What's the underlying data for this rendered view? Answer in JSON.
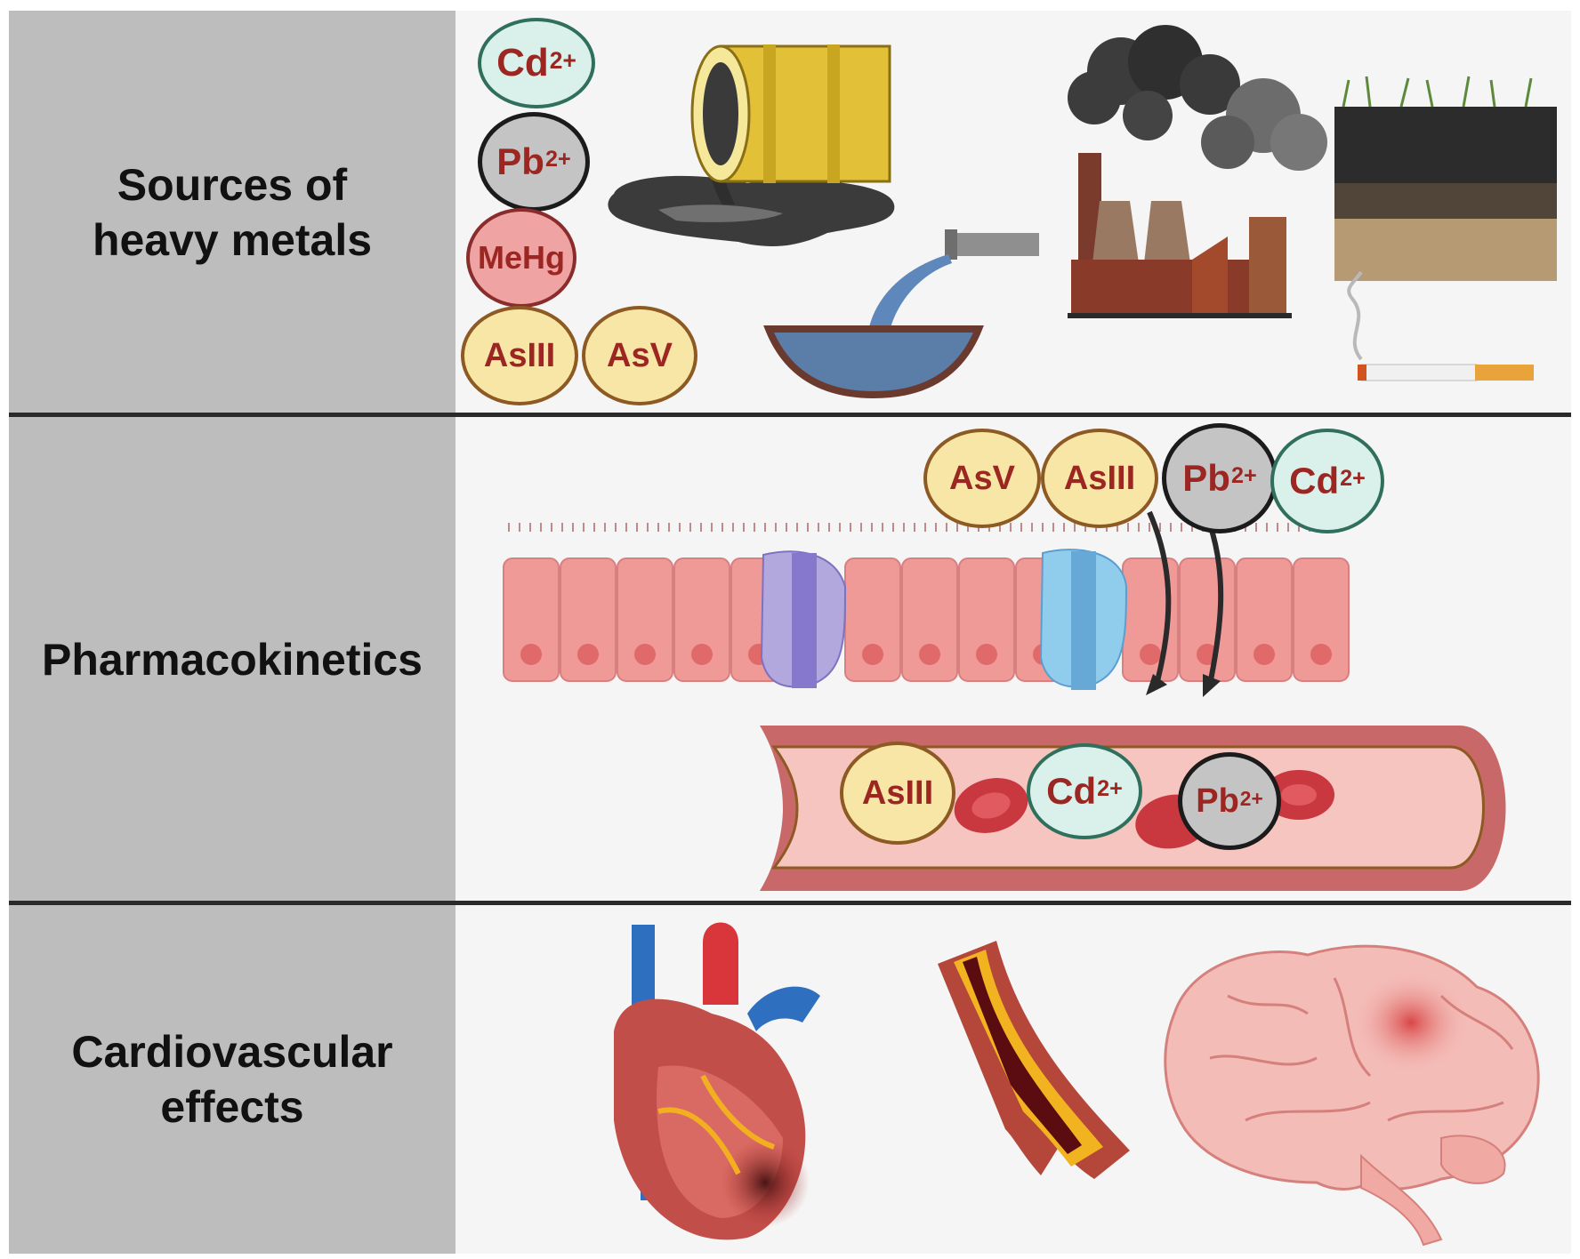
{
  "rows": {
    "sources": {
      "line1": "Sources of",
      "line2": "heavy metals"
    },
    "pharmacokinetics": {
      "label": "Pharmacokinetics"
    },
    "cardiovascular": {
      "line1": "Cardiovascular",
      "line2": "effects"
    }
  },
  "ions": {
    "cd": {
      "base": "Cd",
      "charge": "2+"
    },
    "pb": {
      "base": "Pb",
      "charge": "2+"
    },
    "mehg": "MeHg",
    "asiii": "AsIII",
    "asv": "AsV"
  },
  "colors": {
    "label_column": "#bdbdbd",
    "panel_background": "#f5f5f5",
    "ion_text": "#9c2622",
    "divider": "#2a2a2a"
  },
  "icons": [
    "oil-barrel-spill-icon",
    "sewage-pipe-icon",
    "factory-smoke-icon",
    "soil-layers-icon",
    "cigarette-icon",
    "intestinal-epithelium-icon",
    "blood-vessel-icon",
    "red-blood-cell-icon",
    "heart-icon",
    "atherosclerotic-artery-icon",
    "brain-icon"
  ]
}
